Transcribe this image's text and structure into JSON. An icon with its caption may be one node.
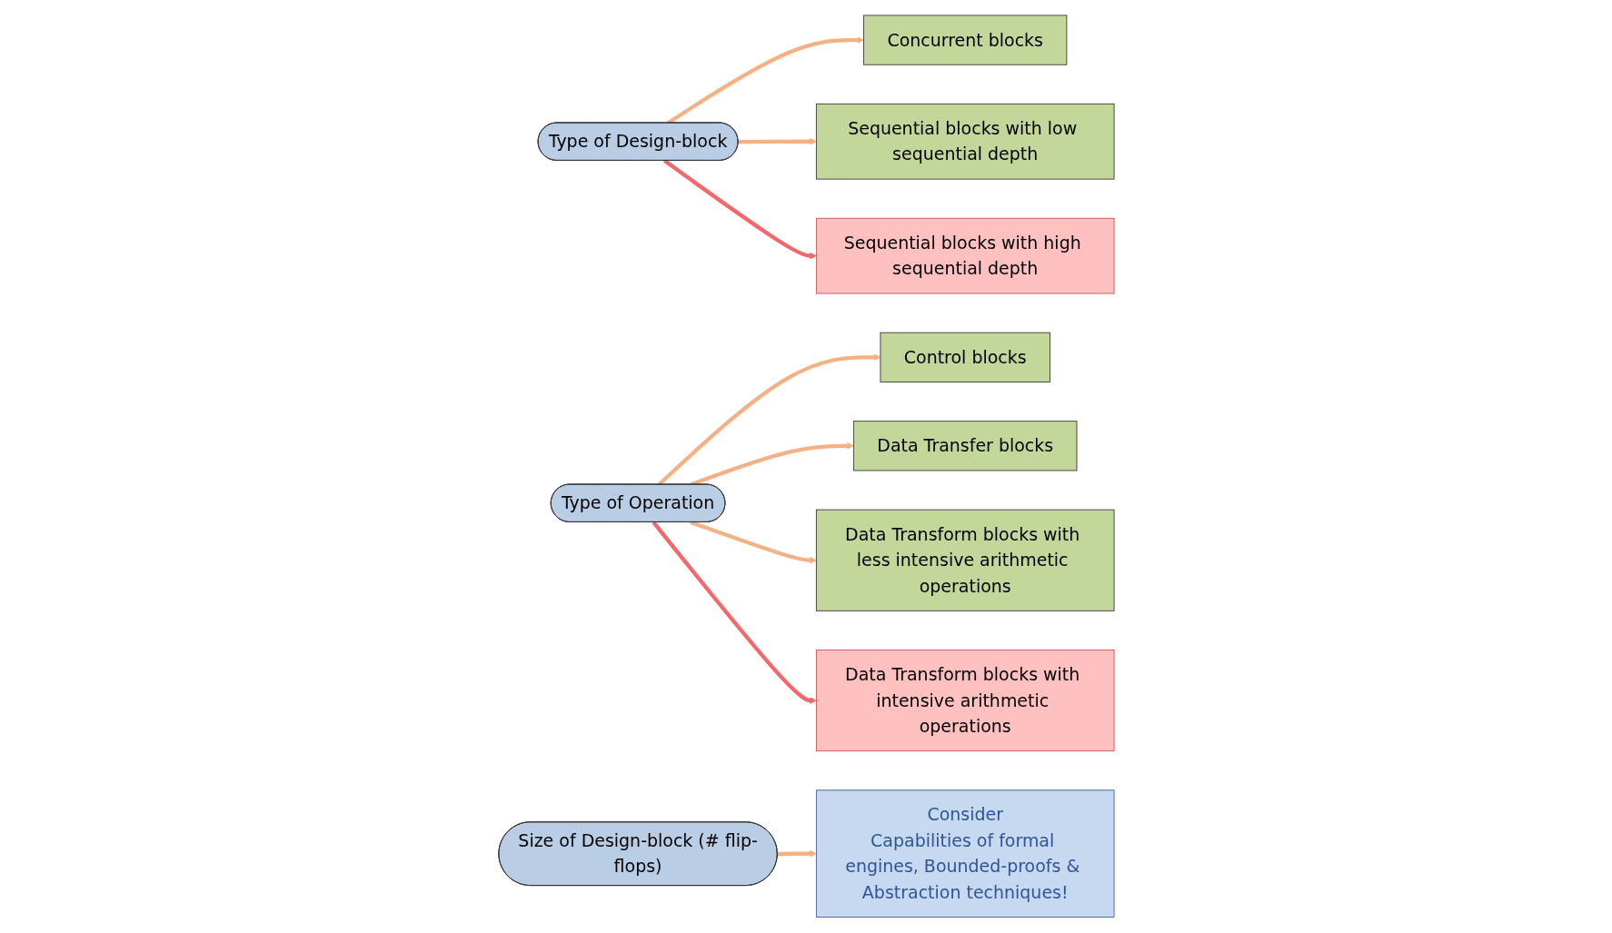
{
  "diagram": {
    "nodes": [
      {
        "text": [
          "Concurrent blocks"
        ]
      },
      {
        "text": [
          "Type of Design-block"
        ]
      },
      {
        "text": [
          "Sequential blocks with high sequential depth"
        ]
      },
      {
        "text": [
          "Sequential blocks with low sequential depth"
        ]
      },
      {
        "text": [
          "Control blocks"
        ]
      },
      {
        "text": [
          "Type of Operation"
        ]
      },
      {
        "text": [
          "Data Transform blocks with intensive arithmetic operations"
        ]
      },
      {
        "text": [
          "Data Transfer blocks"
        ]
      },
      {
        "text": [
          "Data Transform blocks with less intensive arithmetic operations"
        ]
      },
      {
        "text": [
          "Size of Design-block (# flip-flops)"
        ]
      },
      {
        "text": [
          "Consider",
          "Capabilities of formal engines, Bounded-proofs & Abstraction techniques!"
        ]
      }
    ],
    "edges": [
      {
        "from": 1,
        "to": 0,
        "arrow": "to"
      },
      {
        "from": 1,
        "to": 3,
        "arrow": "to"
      },
      {
        "from": 1,
        "to": 2,
        "arrow": "to",
        "color": "#f4676b"
      },
      {
        "from": 5,
        "to": 4,
        "arrow": "to"
      },
      {
        "from": 5,
        "to": 7,
        "arrow": "to"
      },
      {
        "from": 5,
        "to": 8,
        "arrow": "to"
      },
      {
        "from": 5,
        "to": 6,
        "arrow": "to",
        "color": "#f4676b"
      },
      {
        "from": 9,
        "to": 10,
        "arrow": "to"
      }
    ]
  }
}
